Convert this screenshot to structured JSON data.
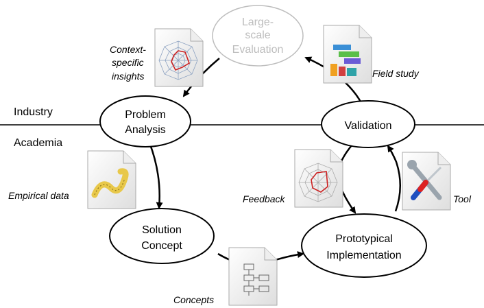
{
  "regions": {
    "industry": "Industry",
    "academia": "Academia"
  },
  "nodes": {
    "large_scale_evaluation": [
      "Large-",
      "scale",
      "Evaluation"
    ],
    "problem_analysis": [
      "Problem",
      "Analysis"
    ],
    "validation": [
      "Validation"
    ],
    "solution_concept": [
      "Solution",
      "Concept"
    ],
    "prototypical_implementation": [
      "Prototypical",
      "Implementation"
    ]
  },
  "artifacts": {
    "context_specific_insights": [
      "Context-",
      "specific",
      "insights"
    ],
    "field_study": "Field study",
    "empirical_data": "Empirical data",
    "feedback": "Feedback",
    "tool": "Tool",
    "concepts": "Concepts"
  },
  "icons": {
    "context_specific_insights": "radar-chart-document-icon",
    "field_study": "gantt-chart-document-icon",
    "empirical_data": "measuring-tape-document-icon",
    "feedback": "radar-chart-document-icon",
    "tool": "wrench-screwdriver-document-icon",
    "concepts": "flowchart-document-icon"
  },
  "colors": {
    "stroke": "#000000",
    "faded": "#bdbdbd",
    "tape": "#e8c84a",
    "wrench": "#9aa4ad",
    "screwdriver_handle": "#1f4fbf"
  }
}
